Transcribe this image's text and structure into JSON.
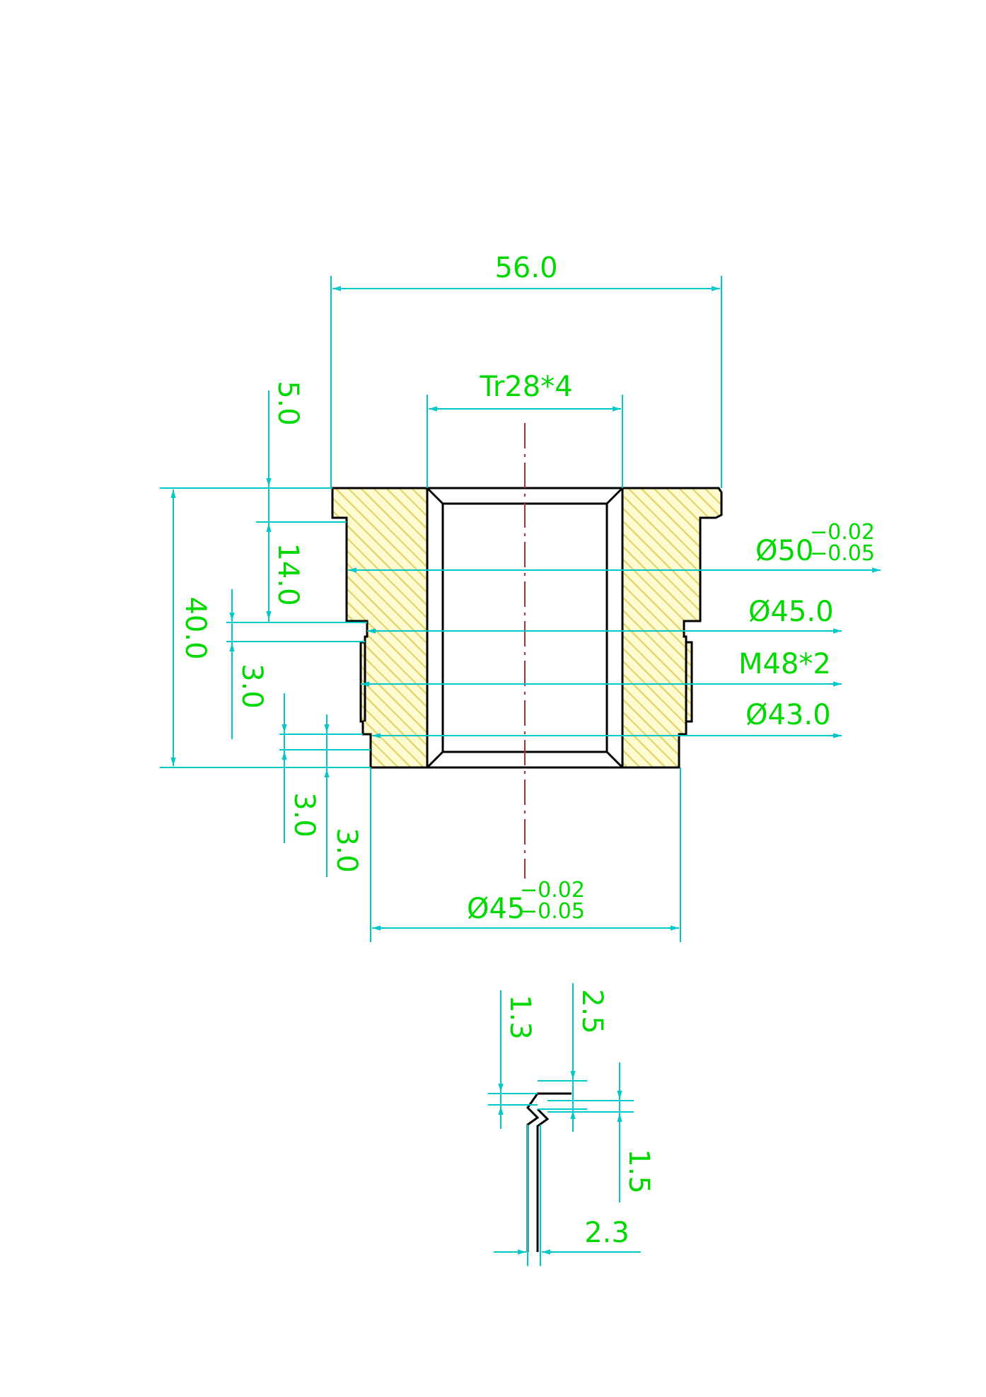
{
  "colors": {
    "background": "#ffffff",
    "outline": "#000000",
    "section_fill": "#fffbd0",
    "hatch": "#e2d060",
    "dimension_line": "#00c8c8",
    "dimension_text": "#00d800",
    "center_line": "#b03030"
  },
  "dims": {
    "overall_width": "56.0",
    "thread_inner": "Tr28*4",
    "flange_thickness": "5.0",
    "neck_length": "14.0",
    "overall_height": "40.0",
    "groove_width_upper": "3.0",
    "groove_depth_a": "3.0",
    "groove_depth_b": "3.0",
    "dia_50": "Ø50",
    "dia_50_tol_upper": "−0.02",
    "dia_50_tol_lower": "−0.05",
    "dia_45": "Ø45.0",
    "thread_outer": "M48*2",
    "dia_43": "Ø43.0",
    "dia_45_bottom": "Ø45",
    "dia_45_bottom_tol_upper": "−0.02",
    "dia_45_bottom_tol_lower": "−0.05"
  },
  "detail": {
    "dim_1_3": "1.3",
    "dim_2_5": "2.5",
    "dim_1_5": "1.5",
    "dim_2_3": "2.3"
  }
}
